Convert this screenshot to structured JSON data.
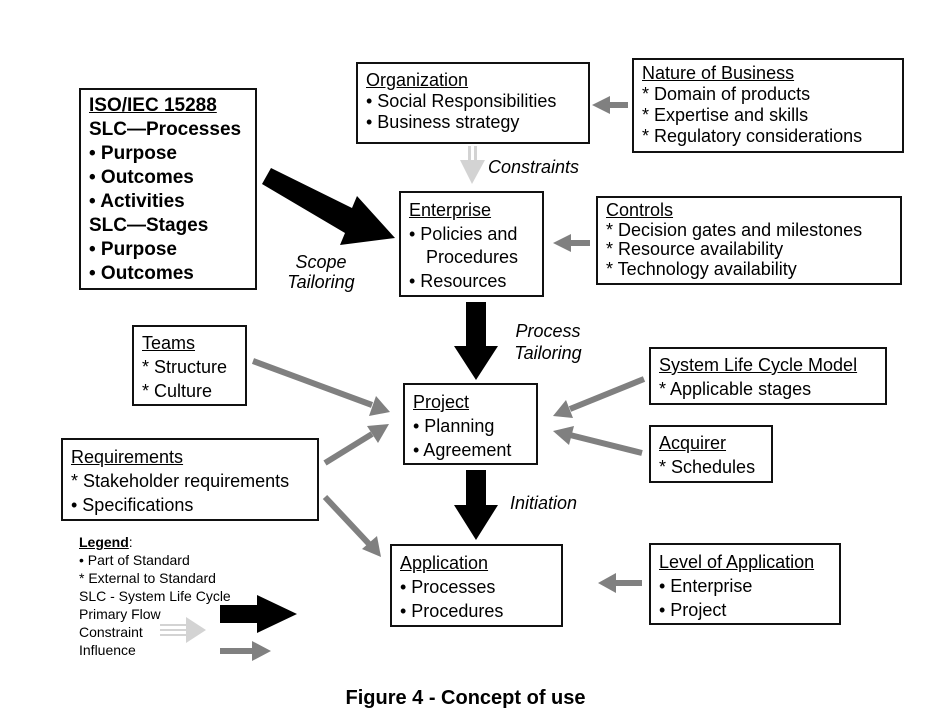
{
  "figure": {
    "caption": "Figure 4 - Concept of use",
    "colors": {
      "primary_flow": "#000000",
      "constraint": "#d3d3d3",
      "influence": "#808080",
      "box_border": "#111111"
    }
  },
  "boxes": {
    "iso": {
      "title": "ISO/IEC 15288",
      "items": [
        "SLC—Processes",
        "•  Purpose",
        "•  Outcomes",
        "•  Activities",
        "SLC—Stages",
        "•  Purpose",
        "•  Outcomes"
      ]
    },
    "organization": {
      "title": "Organization",
      "items": [
        "•  Social Responsibilities",
        "•  Business strategy"
      ]
    },
    "nature": {
      "title": "Nature of Business",
      "items": [
        "*  Domain of products",
        "*  Expertise and skills",
        "*  Regulatory considerations"
      ]
    },
    "enterprise": {
      "title": "Enterprise",
      "items": [
        "•  Policies and",
        "Procedures",
        "•  Resources"
      ]
    },
    "controls": {
      "title": "Controls",
      "items": [
        "*  Decision gates and milestones",
        "*  Resource availability",
        "*  Technology availability"
      ]
    },
    "teams": {
      "title": "Teams",
      "items": [
        "* Structure",
        "* Culture"
      ]
    },
    "slcmodel": {
      "title": "System Life Cycle Model",
      "items": [
        "* Applicable stages"
      ]
    },
    "project": {
      "title": "Project",
      "items": [
        "•  Planning",
        "•  Agreement"
      ]
    },
    "acquirer": {
      "title": "Acquirer",
      "items": [
        "* Schedules"
      ]
    },
    "requirements": {
      "title": "Requirements",
      "items": [
        "* Stakeholder requirements",
        "• Specifications"
      ]
    },
    "application": {
      "title": "Application",
      "items": [
        "•  Processes",
        "•  Procedures"
      ]
    },
    "level": {
      "title": "Level of Application",
      "items": [
        "•  Enterprise",
        "•  Project"
      ]
    }
  },
  "labels": {
    "constraints": "Constraints",
    "scope_tailoring": [
      "Scope",
      "Tailoring"
    ],
    "process_tailoring": [
      "Process",
      "Tailoring"
    ],
    "initiation": "Initiation"
  },
  "legend": {
    "title": "Legend",
    "items": [
      "• Part of Standard",
      "* External to Standard",
      "SLC - System Life Cycle",
      "Primary Flow",
      "Constraint",
      "Influence"
    ]
  }
}
